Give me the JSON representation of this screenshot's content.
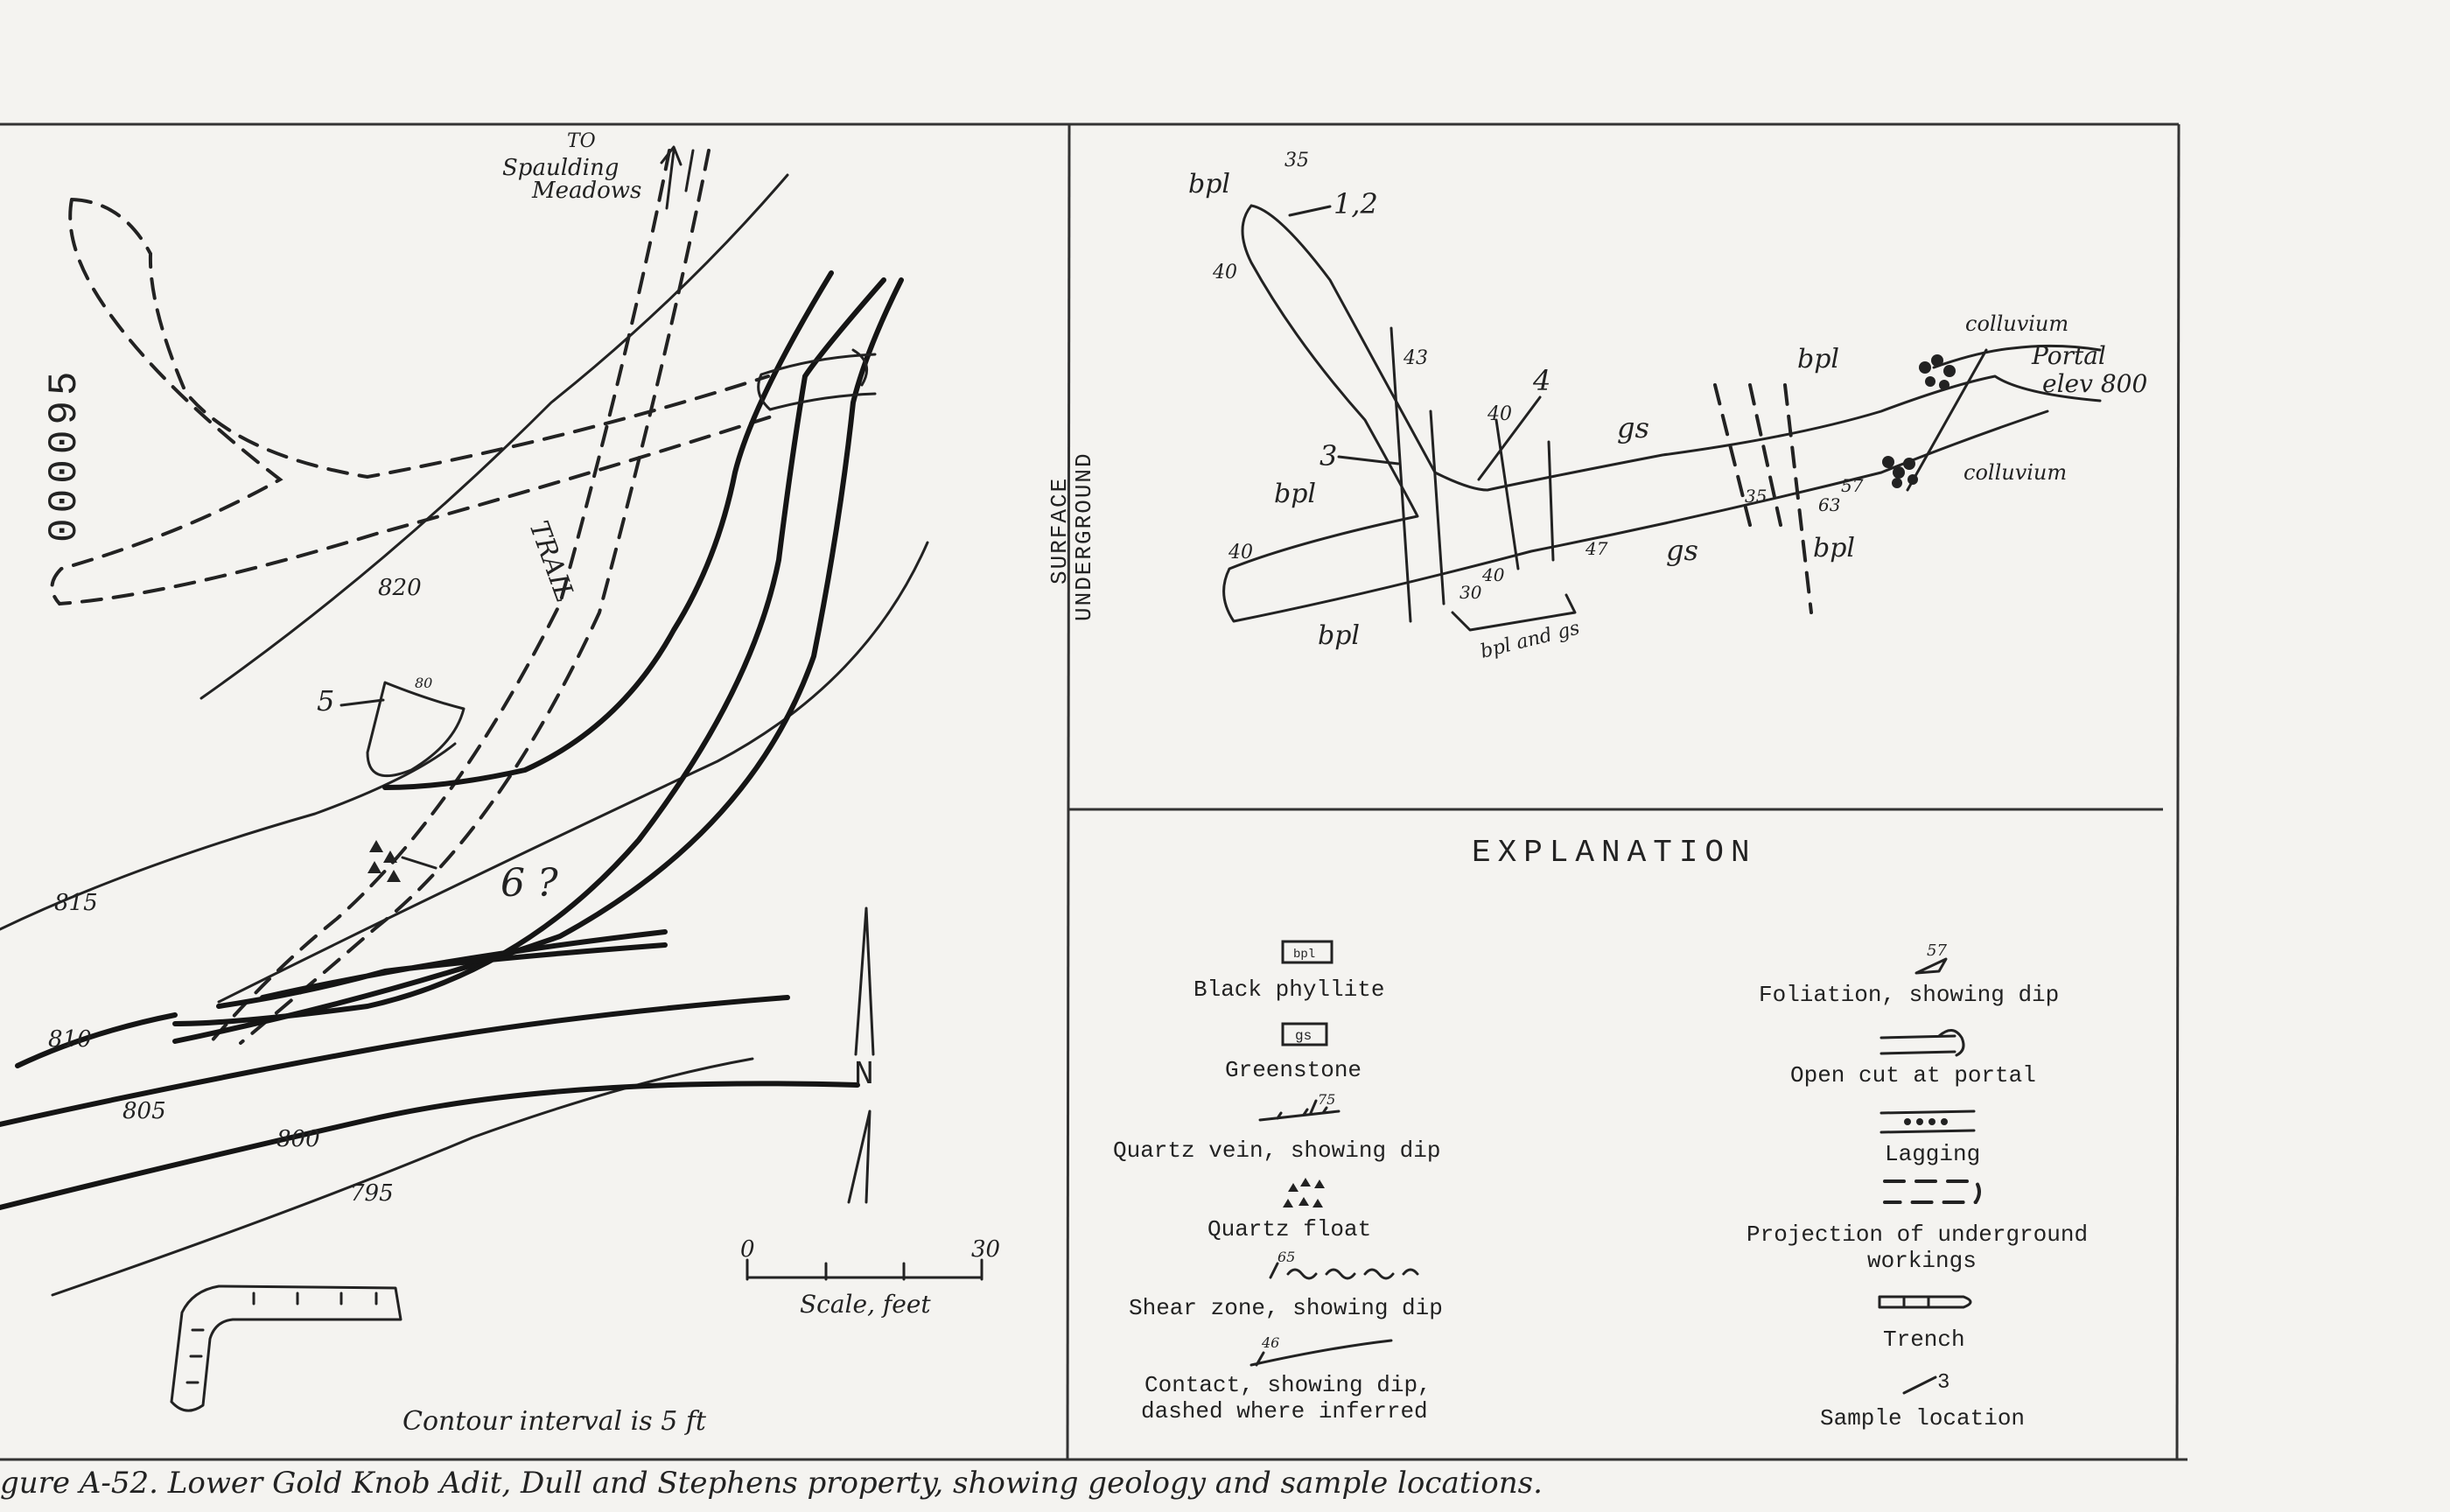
{
  "archive_number": "000095",
  "plan": {
    "to_label": "TO",
    "destination_line1": "Spaulding",
    "destination_line2": "Meadows",
    "trail_label": "TRAIL",
    "contours": [
      "820",
      "815",
      "810",
      "805",
      "800",
      "795"
    ],
    "samples": [
      "5",
      "6 ?"
    ],
    "north_label": "N",
    "scale": {
      "start": "0",
      "end": "30",
      "label": "Scale, feet"
    },
    "contour_note": "Contour interval is 5 ft"
  },
  "adit": {
    "side_label_surface": "SURFACE",
    "side_label_underground": "UNDERGROUND",
    "units": {
      "bpl": "bpl",
      "gs": "gs"
    },
    "samples": [
      "1,2",
      "3",
      "4"
    ],
    "dips": [
      "35",
      "40",
      "43",
      "40",
      "40",
      "30",
      "40",
      "47",
      "35",
      "63",
      "57"
    ],
    "mixed_zone": "bpl and gs",
    "colluvium": "colluvium",
    "portal_line1": "Portal",
    "portal_line2": "elev 800"
  },
  "explanation": {
    "title": "EXPLANATION",
    "left": [
      "Black phyllite",
      "Greenstone",
      "Quartz vein, showing dip",
      "Quartz float",
      "Shear zone, showing dip",
      "Contact, showing dip,",
      "dashed where inferred"
    ],
    "right": [
      "Foliation, showing dip",
      "Open cut at portal",
      "Lagging",
      "Projection of underground",
      "workings",
      "Trench",
      "Sample location"
    ],
    "symbol_text": {
      "bpl": "bpl",
      "gs": "gs",
      "vein_dip": "75",
      "fol_dip": "57",
      "shear_dip": "65",
      "contact_dip": "46",
      "sample_num": "3"
    }
  },
  "caption": "gure A-52.  Lower Gold Knob Adit, Dull and Stephens property, showing geology and sample locations."
}
